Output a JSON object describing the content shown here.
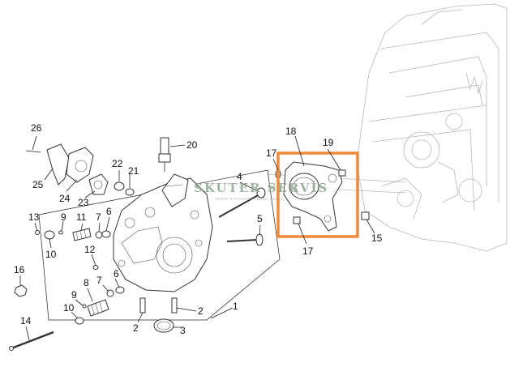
{
  "watermark": {
    "title": "SKUTER SERVİS",
    "subtitle": "VESPA & PIAGGIO YEDEK PARÇA"
  },
  "callouts": [
    "26",
    "25",
    "24",
    "23",
    "22",
    "21",
    "20",
    "4",
    "5",
    "18",
    "19",
    "17",
    "17",
    "15",
    "13",
    "11",
    "9",
    "7",
    "6",
    "10",
    "12",
    "16",
    "8",
    "6",
    "7",
    "9",
    "10",
    "14",
    "2",
    "2",
    "3",
    "1"
  ],
  "colors": {
    "highlight_box": "#f0883a",
    "lines": "#222222",
    "engine_ghost": "#b8b8b8"
  }
}
